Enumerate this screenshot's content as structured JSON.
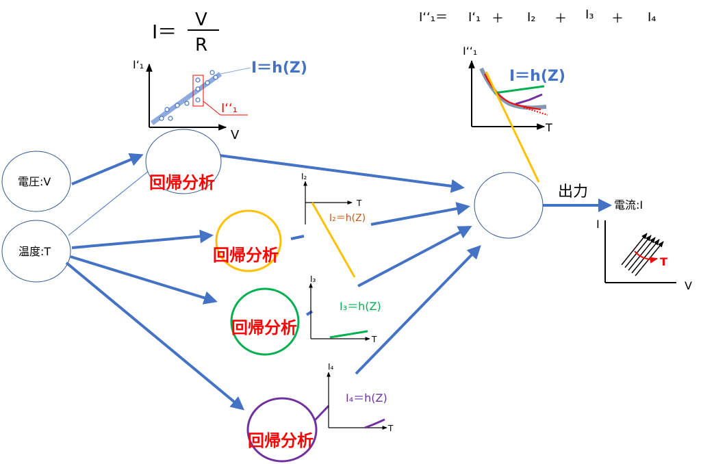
{
  "ohm": {
    "lhs": "I＝",
    "num": "V",
    "den": "R"
  },
  "sum_formula": {
    "lhs": "I‘‘₁＝",
    "t1": "I‘₁",
    "op1": "＋",
    "t2": "I₂",
    "op2": "＋",
    "t3": "I₃",
    "op3": "＋",
    "t4": "I₄"
  },
  "inputs": {
    "voltage": "電圧:V",
    "temperature": "温度:T"
  },
  "regression_label": "回帰分析",
  "graph1": {
    "ylabel": "I‘₁",
    "xlabel": "V",
    "fit_label": "I＝h(Z)",
    "callout": "I‘‘₁"
  },
  "graph2": {
    "ylabel": "I₂",
    "xlabel": "T",
    "fit_label": "I₂＝h(Z)"
  },
  "graph3": {
    "ylabel": "I₃",
    "xlabel": "T",
    "fit_label": "I₃＝h(Z)"
  },
  "graph4": {
    "ylabel": "I₄",
    "xlabel": "T",
    "fit_label": "I₄＝h(Z)"
  },
  "combined": {
    "ylabel": "I‘‘₁",
    "xlabel": "T",
    "fit_label": "I＝h(Z)"
  },
  "output": {
    "label": "出力",
    "target": "電流:I"
  },
  "iv_graph": {
    "ylabel": "I",
    "xlabel": "V",
    "param": "T"
  },
  "colors": {
    "arrow": "#4472c4",
    "red": "#ff0000",
    "orange": "#ffc000",
    "green": "#00b050",
    "purple": "#7030a0",
    "fit_orange": "#c55a11",
    "fit_blue": "#4472c4",
    "circle_gray": "#2f5597"
  }
}
